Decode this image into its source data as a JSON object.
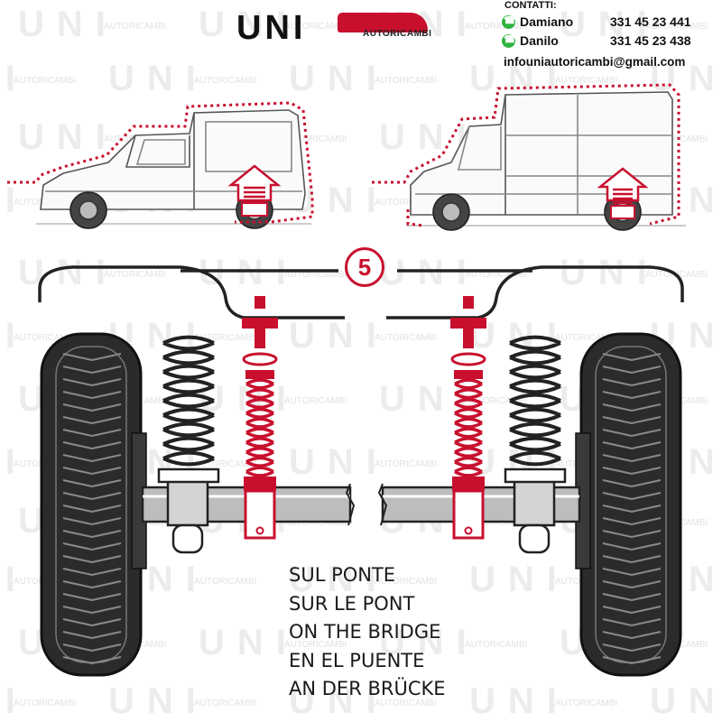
{
  "brand": {
    "name": "UNI",
    "subtitle": "AUTORICAMBI",
    "accent_color": "#c8102e"
  },
  "contacts": {
    "title": "CONTATTI:",
    "people": [
      {
        "name": "Damiano",
        "phone": "331 45 23 441",
        "icon": "whatsapp-icon"
      },
      {
        "name": "Danilo",
        "phone": "331 45 23 438",
        "icon": "whatsapp-icon"
      }
    ],
    "email": "infouniautoricambi@gmail.com"
  },
  "diagram": {
    "step_number": "5",
    "captions": [
      "SUL PONTE",
      "SUR LE PONT",
      "ON THE BRIDGE",
      "EN EL PUENTE",
      "AN DER BRÜCKE"
    ]
  },
  "watermark": {
    "text": "UNI",
    "subtitle": "AUTORICAMBI"
  }
}
